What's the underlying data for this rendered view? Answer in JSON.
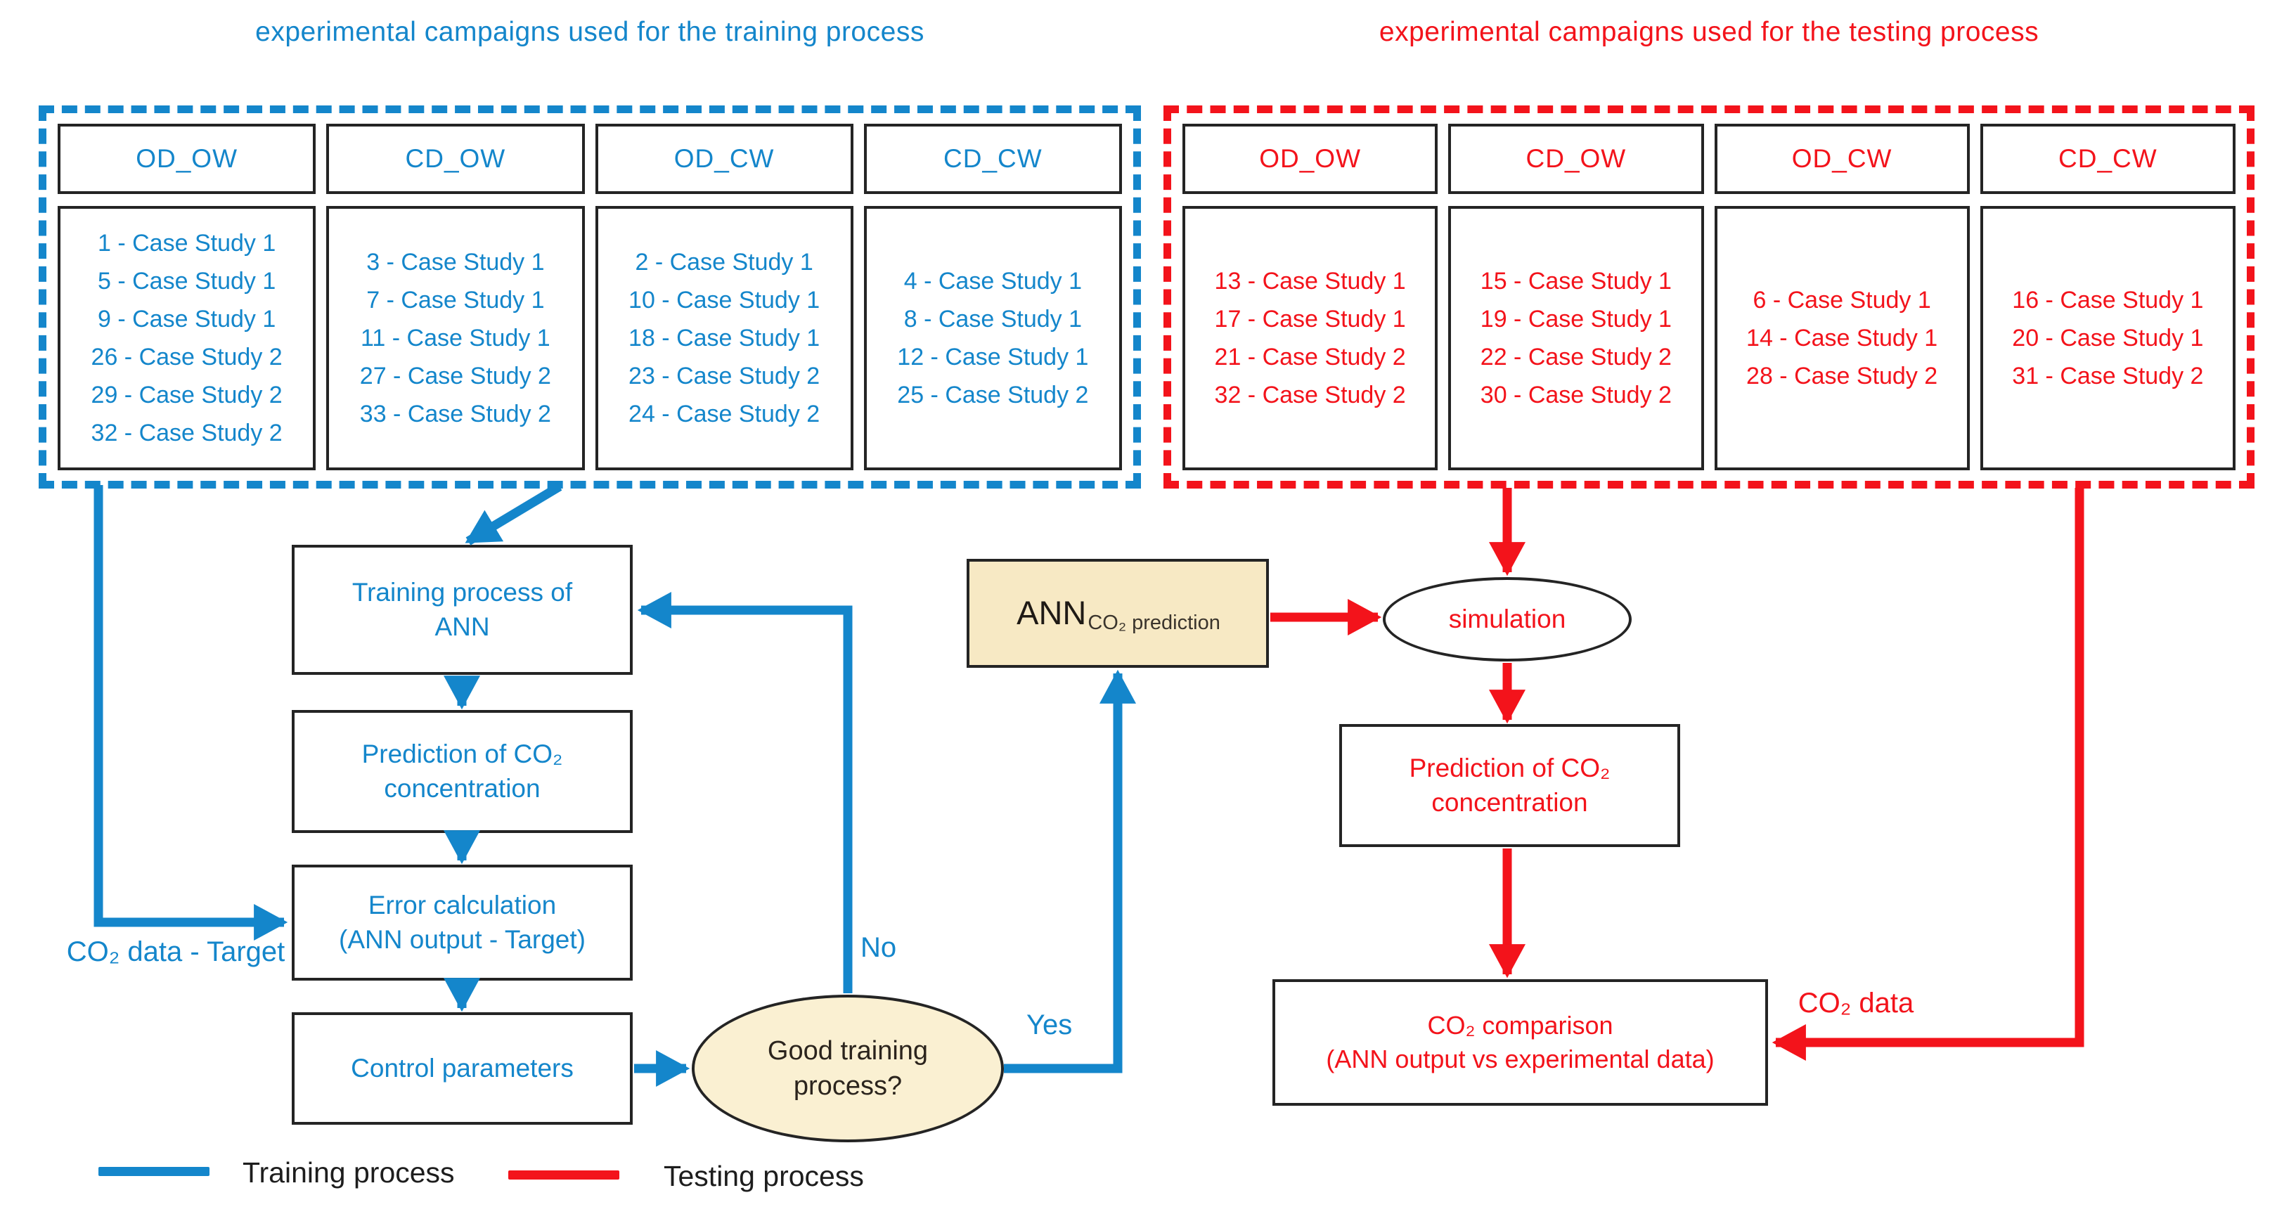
{
  "titles": {
    "training": "experimental campaigns used for the training process",
    "testing": "experimental campaigns used for the testing process"
  },
  "colors": {
    "training_blue": "#1486CB",
    "testing_red": "#F3131B",
    "decision_fill": "#FAF0D2",
    "ann_box_fill": "#F7E9C4",
    "box_border": "#242424"
  },
  "training_table": {
    "columns": [
      {
        "header": "OD_OW",
        "items": [
          "1 - Case Study 1",
          "5 - Case Study 1",
          "9 - Case Study 1",
          "26 - Case Study 2",
          "29 - Case Study 2",
          "32 - Case Study 2"
        ]
      },
      {
        "header": "CD_OW",
        "items": [
          "3 - Case Study 1",
          "7 - Case Study 1",
          "11 - Case Study 1",
          "27 - Case Study 2",
          "33 - Case Study 2"
        ]
      },
      {
        "header": "OD_CW",
        "items": [
          "2 - Case Study 1",
          "10 - Case Study 1",
          "18 - Case Study 1",
          "23 - Case Study 2",
          "24 - Case Study 2"
        ]
      },
      {
        "header": "CD_CW",
        "items": [
          "4 - Case Study 1",
          "8 - Case Study 1",
          "12 - Case Study 1",
          "25 - Case Study 2"
        ]
      }
    ]
  },
  "testing_table": {
    "columns": [
      {
        "header": "OD_OW",
        "items": [
          "13 - Case Study 1",
          "17 - Case Study 1",
          "21 - Case Study 2",
          "32 - Case Study 2"
        ]
      },
      {
        "header": "CD_OW",
        "items": [
          "15 - Case Study 1",
          "19 - Case Study 1",
          "22 - Case Study 2",
          "30 - Case Study 2"
        ]
      },
      {
        "header": "OD_CW",
        "items": [
          "6 - Case Study 1",
          "14 - Case Study 1",
          "28 - Case Study 2"
        ]
      },
      {
        "header": "CD_CW",
        "items": [
          "16 - Case Study 1",
          "20 - Case Study 1",
          "31 - Case Study 2"
        ]
      }
    ]
  },
  "flowchart": {
    "training_box": "Training process of\nANN",
    "prediction_training_box": "Prediction of CO₂\nconcentration",
    "error_box": "Error calculation\n(ANN output - Target)",
    "control_box": "Control parameters",
    "decision_ellipse": "Good training\nprocess?",
    "decision_no": "No",
    "decision_yes": "Yes",
    "co2_target_label": "CO₂ data - Target",
    "ann_box_main": "ANN",
    "ann_box_sub": "CO₂ prediction",
    "simulation_ellipse": "simulation",
    "prediction_testing_box": "Prediction of CO₂\nconcentration",
    "comparison_box": "CO₂ comparison\n(ANN output vs experimental data)",
    "co2_data_label": "CO₂ data"
  },
  "legend": {
    "training": "Training process",
    "testing": "Testing process"
  }
}
